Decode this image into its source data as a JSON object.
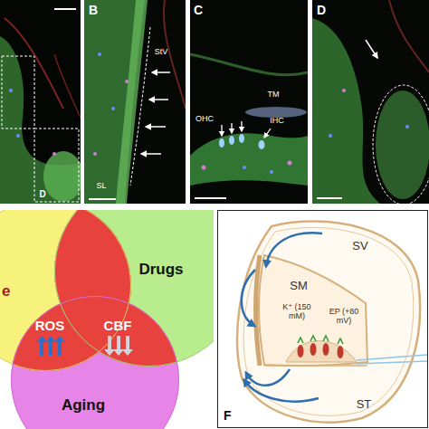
{
  "diagram": {
    "nodes": [
      {
        "text": [
          "e"
        ]
      },
      {
        "text": [
          "Drugs"
        ]
      },
      {
        "text": [
          "Aging"
        ]
      }
    ],
    "labels": [
      "D",
      "B",
      "StV",
      "SL",
      "C",
      "OHC",
      "TM",
      "IHC",
      "D",
      "ROS",
      "CBF",
      "SV",
      "SM",
      "K⁺ (150 mM)",
      "EP (+80 mV)",
      "ST",
      "F"
    ]
  }
}
